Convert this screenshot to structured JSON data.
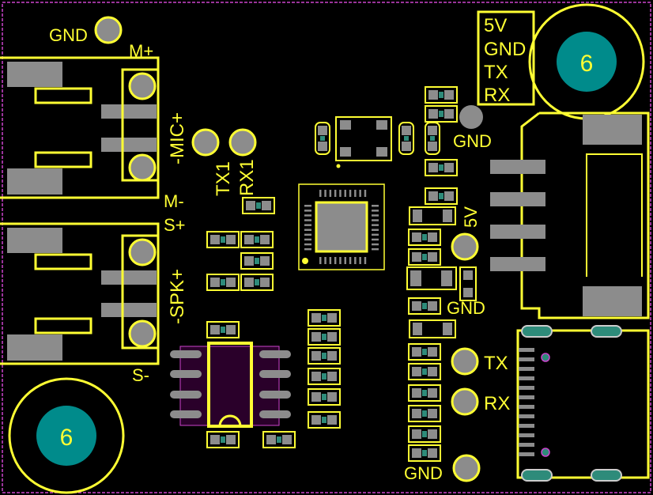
{
  "board": {
    "colors": {
      "background": "#000000",
      "silkscreen": "#ffff33",
      "pad": "#8c8c8c",
      "mounting_hole": "#008b8b",
      "outline": "#cc44cc",
      "copper_edge": "#2e8b7a"
    },
    "labels": {
      "gnd_top_left": "GND",
      "m_plus": "M+",
      "mic": "-MIC+",
      "m_minus": "M-",
      "s_plus": "S+",
      "spk": "-SPK+",
      "s_minus": "S-",
      "tx1": "TX1",
      "rx1": "RX1",
      "header_5v": "5V",
      "header_gnd": "GND",
      "header_tx": "TX",
      "header_rx": "RX",
      "gnd_right_top": "GND",
      "v5_right": "5V",
      "gnd_right_mid": "GND",
      "tx_right": "TX",
      "rx_right": "RX",
      "gnd_bottom": "GND",
      "hole_top_right": "6",
      "hole_bottom_left": "6"
    }
  }
}
